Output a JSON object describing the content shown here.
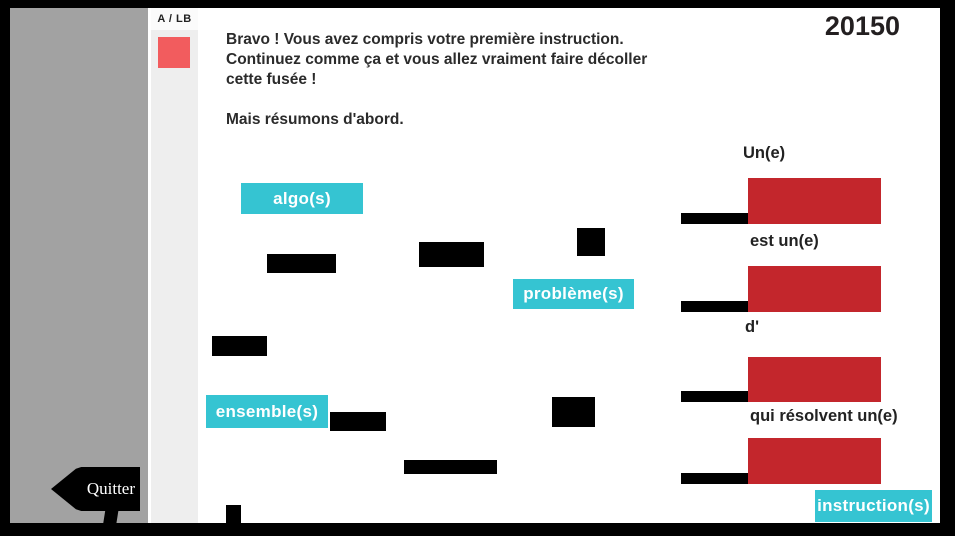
{
  "header": {
    "score": "20150",
    "level_label": "A / LB"
  },
  "intro": {
    "lines": [
      "Bravo ! Vous avez compris votre première instruction.",
      "Continuez comme ça et vous allez vraiment faire décoller",
      "cette fusée !"
    ],
    "summary": "Mais résumons d'abord."
  },
  "word_tiles": [
    {
      "label": "algo(s)"
    },
    {
      "label": "problème(s)"
    },
    {
      "label": "ensemble(s)"
    },
    {
      "label": "instruction(s)"
    }
  ],
  "sentence_slots": [
    {
      "label": "Un(e)"
    },
    {
      "label": "est un(e)"
    },
    {
      "label": "d'"
    },
    {
      "label": "qui résolvent un(e)"
    }
  ],
  "quit": {
    "label": "Quitter"
  },
  "colors": {
    "tile_cyan": "#35c4d2",
    "slot_red": "#c3262c",
    "marker_salmon": "#f25c5e",
    "panel_gray": "#a2a2a2",
    "strip_gray": "#eeeeee"
  }
}
